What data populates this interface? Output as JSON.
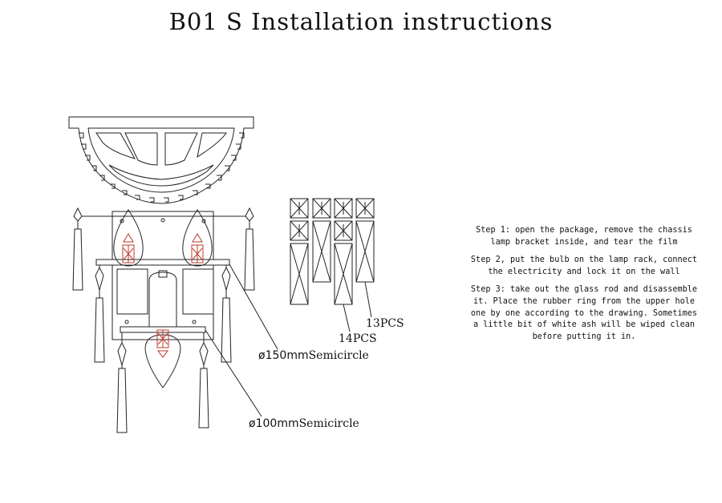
{
  "title": "B01 S Installation instructions",
  "steps": [
    {
      "lines": [
        "Step 1: open the package, remove the chassis",
        "lamp bracket inside, and tear the film"
      ]
    },
    {
      "lines": [
        "Step 2, put the bulb on the lamp rack, connect",
        "the electricity and lock it on the wall"
      ]
    },
    {
      "lines": [
        "Step 3: take out the glass rod and disassemble",
        "it. Place the rubber ring from the upper hole",
        "one by one according to the drawing. Sometimes",
        "a little bit of white ash will be wiped clean",
        "before putting it in."
      ]
    }
  ],
  "callouts": {
    "c150": {
      "symbol": "ø",
      "number": "150",
      "unit": "mm",
      "word": "Semicircle"
    },
    "c100": {
      "symbol": "ø",
      "number": "100",
      "unit": "mm",
      "word": "Semicircle"
    }
  },
  "counts": {
    "a": "13PCS",
    "b": "14PCS"
  }
}
